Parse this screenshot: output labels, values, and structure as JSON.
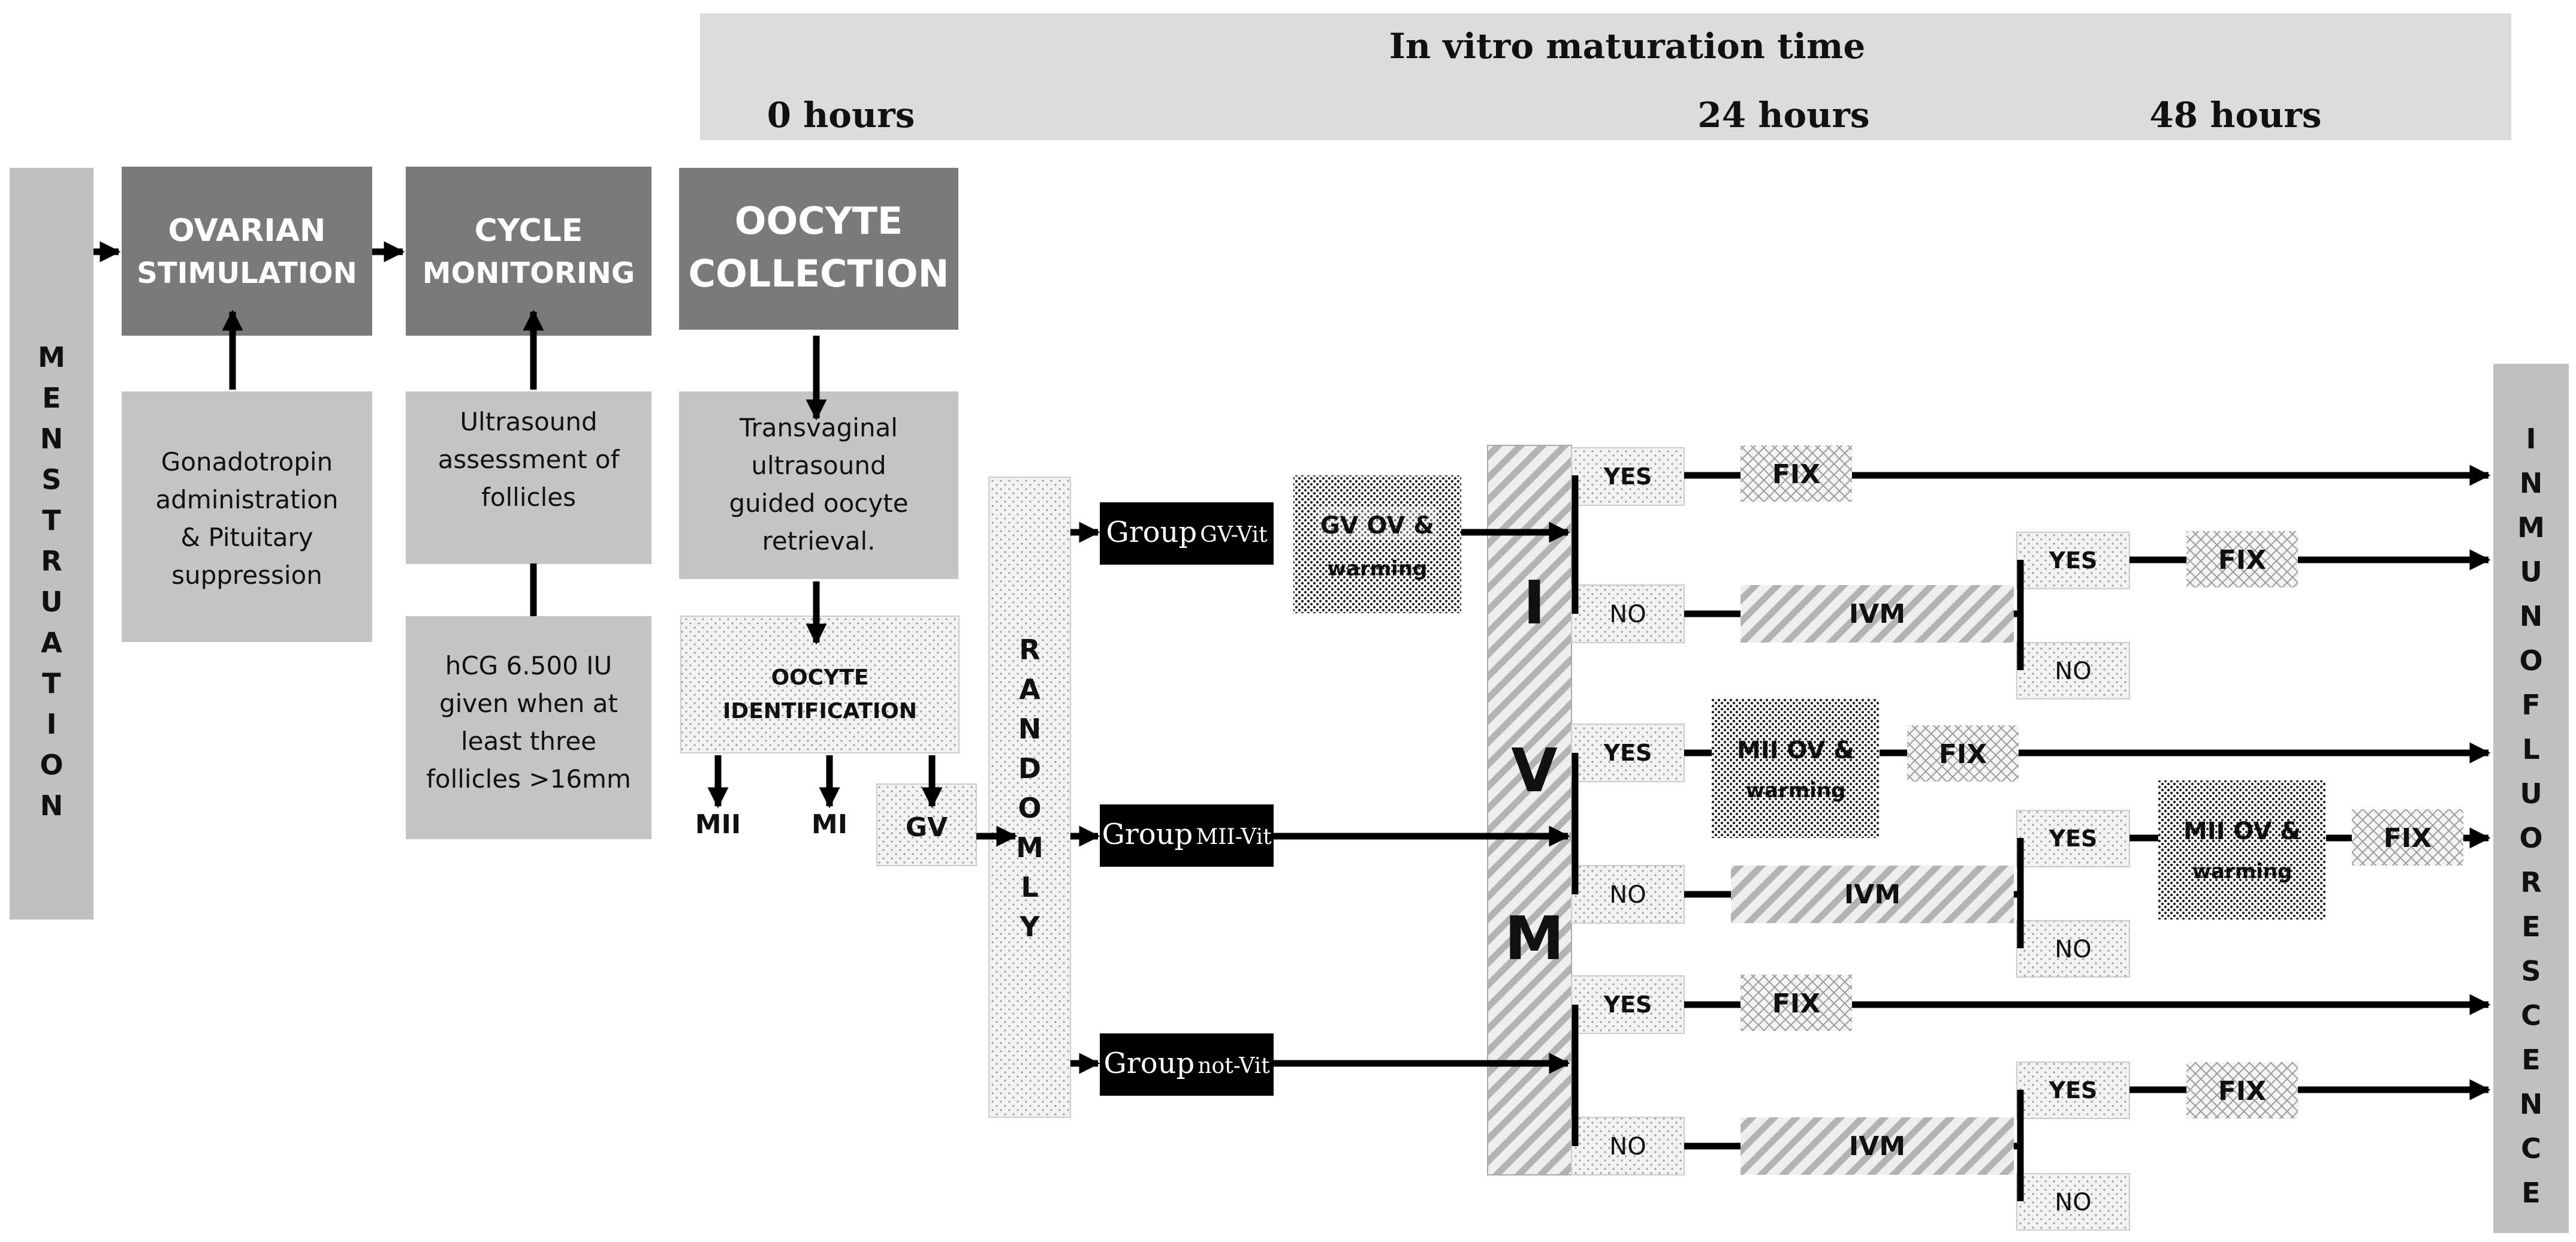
{
  "timeline": {
    "title": "In vitro maturation time",
    "t0": "0 hours",
    "t24": "24 hours",
    "t48": "48 hours"
  },
  "menstruation": "MENSTRUATION",
  "inmuno": "INMUNOFLUORESCENCE",
  "ivm_vertical": [
    "I",
    "V",
    "M"
  ],
  "randomly": "RANDOMLY",
  "steps": {
    "ovarian": [
      "OVARIAN",
      "STIMULATION"
    ],
    "cycle": [
      "CYCLE",
      "MONITORING"
    ],
    "collection": [
      "OOCYTE",
      "COLLECTION"
    ]
  },
  "notes": {
    "gonadotropin": [
      "Gonadotropin",
      "administration",
      "& Pituitary",
      "suppression"
    ],
    "ultrasound": [
      "Ultrasound",
      "assessment of",
      "follicles"
    ],
    "hcg": [
      "hCG 6.500 IU",
      "given when at",
      "least three",
      "follicles >16mm"
    ],
    "transvaginal": [
      "Transvaginal",
      "ultrasound",
      "guided oocyte",
      "retrieval."
    ],
    "identification": [
      "OOCYTE",
      "IDENTIFICATION"
    ]
  },
  "stages": {
    "mii": "MII",
    "mi": "MI",
    "gv": "GV"
  },
  "groups": {
    "gv": {
      "prefix": "Group",
      "suffix": "GV-Vit"
    },
    "mii": {
      "prefix": "Group",
      "suffix": "MII-Vit"
    },
    "not": {
      "prefix": "Group",
      "suffix": "not-Vit"
    }
  },
  "gv_warming": [
    "GV OV &",
    "warming"
  ],
  "mii_warming": [
    "MII OV &",
    "warming"
  ],
  "yes": "YES",
  "no": "NO",
  "fix": "FIX",
  "ivm": "IVM"
}
